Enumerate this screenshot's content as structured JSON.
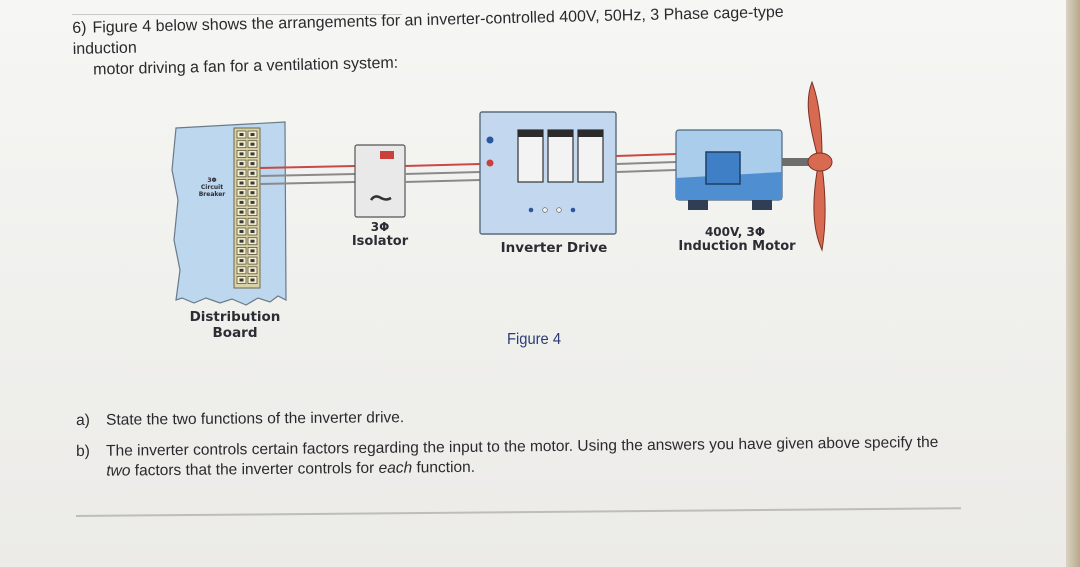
{
  "question": {
    "number": "6)",
    "line1": "Figure 4 below shows the arrangements for an inverter-controlled 400V, 50Hz, 3 Phase cage-type induction",
    "line2": "motor driving a fan for a ventilation system:"
  },
  "figure": {
    "caption": "Figure 4",
    "distribution_board": {
      "inner_label_line1": "3Φ",
      "inner_label_line2": "Circuit",
      "inner_label_line3": "Breaker",
      "label_line1": "Distribution",
      "label_line2": "Board"
    },
    "isolator": {
      "label_line1": "3Φ",
      "label_line2": "Isolator"
    },
    "inverter": {
      "label": "Inverter Drive"
    },
    "motor": {
      "label_line1": "400V, 3Φ",
      "label_line2": "Induction Motor"
    },
    "colors": {
      "board": "#bcd7ee",
      "inverter": "#c3d8ee",
      "motor": "#a9cdea",
      "motor_base": "#4f8ed0",
      "fan": "#d86a52",
      "wire_red": "#c74a46",
      "wire_grey": "#8a8a8a"
    }
  },
  "parts": {
    "a": {
      "letter": "a)",
      "text": "State the two functions of the inverter drive."
    },
    "b": {
      "letter": "b)",
      "line1": "The inverter controls certain factors regarding the input to the motor. Using the answers you have given above specify the",
      "line2_em1": "two",
      "line2_mid": " factors that the inverter controls for ",
      "line2_em2": "each",
      "line2_end": " function."
    }
  }
}
